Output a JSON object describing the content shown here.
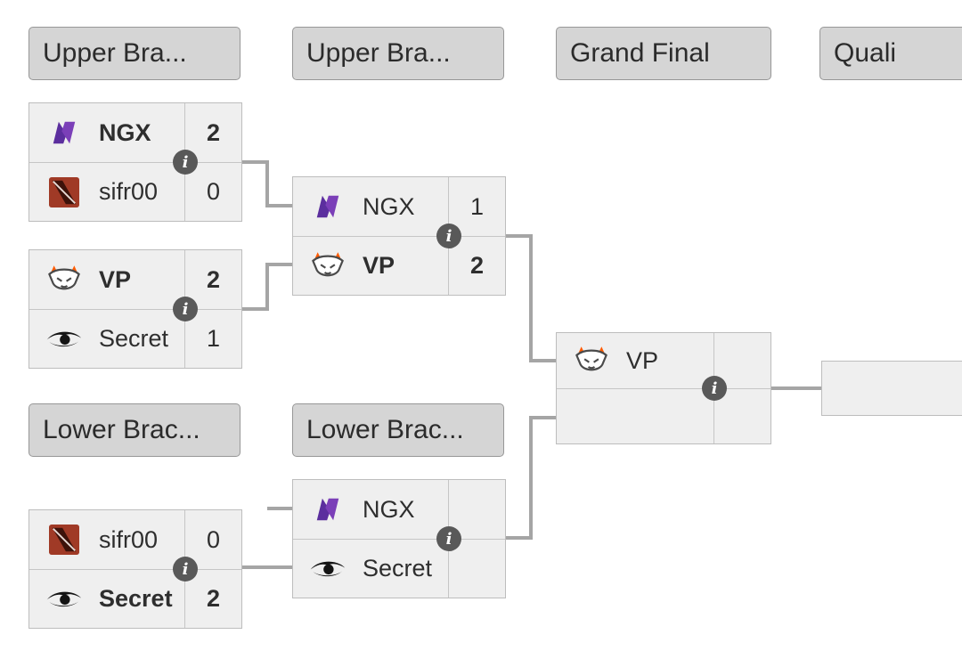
{
  "headers": {
    "upper_round1": "Upper Bra...",
    "upper_round2": "Upper Bra...",
    "grand_final": "Grand Final",
    "qualification": "Quali",
    "lower_round1": "Lower Brac...",
    "lower_round2": "Lower Brac..."
  },
  "matches": {
    "upper_semifinal_1": {
      "top": {
        "team": "NGX",
        "score": "2",
        "winner": true,
        "icon": "ngx-logo"
      },
      "bottom": {
        "team": "sifr00",
        "score": "0",
        "winner": false,
        "icon": "dota2-logo"
      }
    },
    "upper_semifinal_2": {
      "top": {
        "team": "VP",
        "score": "2",
        "winner": true,
        "icon": "vp-logo"
      },
      "bottom": {
        "team": "Secret",
        "score": "1",
        "winner": false,
        "icon": "secret-logo"
      }
    },
    "upper_final": {
      "top": {
        "team": "NGX",
        "score": "1",
        "winner": false,
        "icon": "ngx-logo"
      },
      "bottom": {
        "team": "VP",
        "score": "2",
        "winner": true,
        "icon": "vp-logo"
      }
    },
    "lower_round1": {
      "top": {
        "team": "sifr00",
        "score": "0",
        "winner": false,
        "icon": "dota2-logo"
      },
      "bottom": {
        "team": "Secret",
        "score": "2",
        "winner": true,
        "icon": "secret-logo"
      }
    },
    "lower_final": {
      "top": {
        "team": "NGX",
        "score": "",
        "winner": false,
        "icon": "ngx-logo"
      },
      "bottom": {
        "team": "Secret",
        "score": "",
        "winner": false,
        "icon": "secret-logo"
      }
    },
    "grand_final": {
      "top": {
        "team": "VP",
        "score": "",
        "winner": false,
        "icon": "vp-logo"
      },
      "bottom": {
        "team": "",
        "score": "",
        "winner": false,
        "icon": ""
      }
    }
  },
  "info_button_label": "i",
  "colors": {
    "header_bg": "#d5d5d5",
    "header_border": "#979797",
    "match_bg": "#efefef",
    "match_border": "#bdbdbd",
    "connector": "#a5a5a5",
    "info_bg": "#595959",
    "info_fg": "#ffffff",
    "text": "#2e2e2e",
    "ngx_purple": "#5b2e9e",
    "dota_red": "#a03a26",
    "vp_orange": "#ff5a00",
    "secret_black": "#141414"
  },
  "icons": {
    "info": "info-circle",
    "teams": {
      "NGX": "ngx-logo",
      "sifr00": "dota2-logo",
      "VP": "vp-logo",
      "Secret": "secret-logo"
    }
  }
}
